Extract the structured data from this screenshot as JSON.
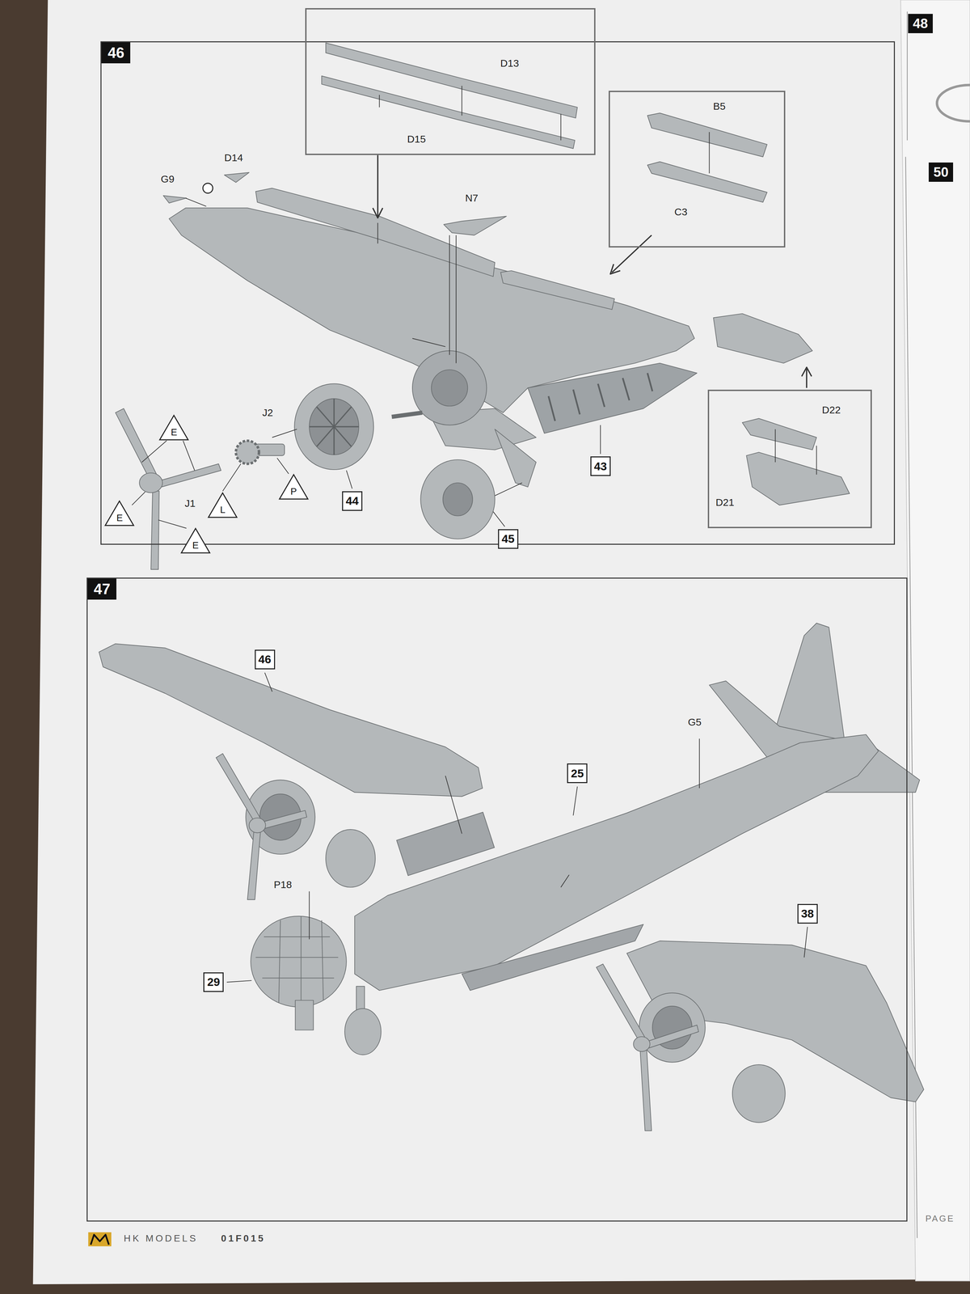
{
  "diagram": {
    "nodes": [
      {
        "text": [
          "46"
        ]
      },
      {
        "text": [
          "D13",
          "D15"
        ],
        "in": 0
      },
      {
        "text": [
          "B5",
          "C3"
        ],
        "in": 0
      },
      {
        "text": [
          "E"
        ],
        "in": 0
      },
      {
        "text": [
          "E"
        ],
        "in": 0
      },
      {
        "text": [
          "L"
        ],
        "in": 0
      },
      {
        "text": [
          "P"
        ],
        "in": 0
      },
      {
        "text": [
          "E"
        ],
        "in": 0
      },
      {
        "text": [
          "44"
        ],
        "in": 0
      },
      {
        "text": [
          "43"
        ],
        "in": 0
      },
      {
        "text": [
          "D22",
          "D21"
        ],
        "in": 0
      },
      {
        "text": [
          "45"
        ],
        "in": 0
      },
      {
        "text": [
          "47"
        ]
      },
      {
        "text": [
          "46"
        ],
        "in": 12
      },
      {
        "text": [
          "25"
        ],
        "in": 12
      },
      {
        "text": [
          "38"
        ],
        "in": 12
      },
      {
        "text": [
          "29"
        ],
        "in": 12
      }
    ],
    "labels": [
      "48",
      "50",
      "G9",
      "D14",
      "N7",
      "J2",
      "J1",
      "G5",
      "P18",
      "HK MODELS",
      "01F015",
      "PAGE"
    ]
  }
}
